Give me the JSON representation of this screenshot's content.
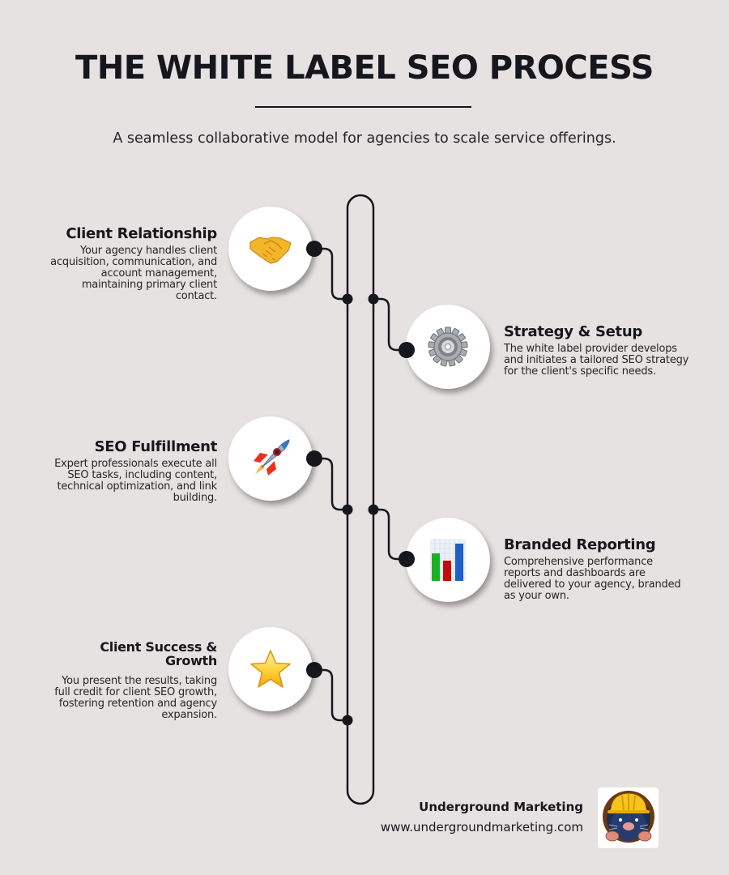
{
  "header": {
    "title": "THE WHITE LABEL SEO PROCESS",
    "subtitle": "A seamless collaborative model for agencies to scale service offerings."
  },
  "steps": [
    {
      "title": "Client Relationship",
      "description": "Your agency handles client acquisition, communication, and account management, maintaining primary client contact.",
      "icon": "handshake-icon",
      "side": "left"
    },
    {
      "title": "Strategy & Setup",
      "description": "The white label provider develops and initiates a tailored SEO strategy for the client's specific needs.",
      "icon": "gear-icon",
      "side": "right"
    },
    {
      "title": "SEO Fulfillment",
      "description": "Expert professionals execute all SEO tasks, including content, technical optimization, and link building.",
      "icon": "rocket-icon",
      "side": "left"
    },
    {
      "title": "Branded Reporting",
      "description": "Comprehensive performance reports and dashboards are delivered to your agency, branded as your own.",
      "icon": "bar-chart-icon",
      "side": "right"
    },
    {
      "title": "Client Success & Growth",
      "description": "You present the results, taking full credit for client SEO growth, fostering retention and agency expansion.",
      "icon": "star-icon",
      "side": "left"
    }
  ],
  "footer": {
    "company": "Underground Marketing",
    "url": "www.undergroundmarketing.com",
    "logo": "mole-mascot-logo"
  },
  "colors": {
    "background": "#e6e2e1",
    "ink": "#16161d",
    "node_fill": "#ffffff"
  }
}
